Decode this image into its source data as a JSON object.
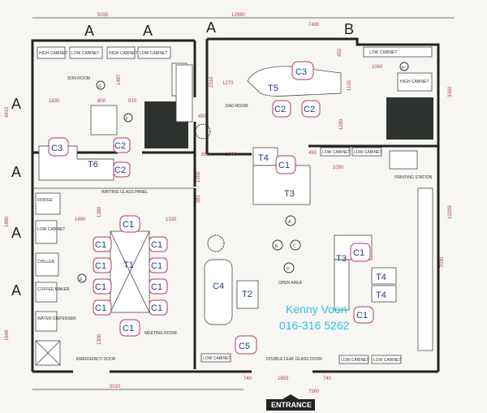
{
  "top_dims": [
    "5035",
    "12590",
    "7480"
  ],
  "section_markers": [
    "A",
    "A",
    "A",
    "B",
    "A",
    "A",
    "A",
    "A"
  ],
  "rooms": {
    "son_room": "SON ROOM",
    "dad_room": "DAD ROOM",
    "meeting_room": "MEETING ROOM",
    "open_area": "OPEN AREA",
    "printing_station": "PRINTING STATION",
    "writing_glass_panel": "WRITING GLASS PANEL",
    "emergency_door": "EMERGENCY DOOR",
    "double_leaf_glass_door": "DOUBLE LEAF GLASS DOOR"
  },
  "cabinets": {
    "low": "LOW CABINET",
    "high": "HIGH CABINET",
    "fridge": "FRIDGE",
    "coffee": "COFFEE MAKER",
    "water": "WATER DISPENSER",
    "chiller": "CHILLER"
  },
  "furniture_codes": {
    "t1": "T1",
    "t2": "T2",
    "t3": "T3",
    "t4": "T4",
    "t5": "T5",
    "t6": "T6",
    "c1": "C1",
    "c2": "C2",
    "c3": "C3",
    "c4": "C4",
    "c5": "C5"
  },
  "circle_markers": [
    "G",
    "F",
    "H",
    "A",
    "B",
    "C",
    "D",
    "E"
  ],
  "dims": {
    "d1630": "1630",
    "d800": "800",
    "d910": "910",
    "d1487": "1487",
    "d2310": "2310",
    "d1270": "1270",
    "d450": "450",
    "d850": "850",
    "d1000": "1000",
    "d1050": "1050",
    "d1100": "1100",
    "d1280": "1280",
    "d1060": "1060",
    "d3160": "3160",
    "d10299": "10299",
    "d7030": "7030",
    "d1480": "1480",
    "d1330": "1330",
    "d1380": "1380",
    "d1648": "1648",
    "d1880": "1880",
    "d5010": "5010",
    "d740": "740",
    "d1653": "1653",
    "d7560": "7560",
    "d4410": "4410",
    "d381": "381",
    "d1300": "1300"
  },
  "contact": {
    "name": "Kenny Voon",
    "phone": "016-316 5262"
  },
  "entrance": "ENTRANCE"
}
